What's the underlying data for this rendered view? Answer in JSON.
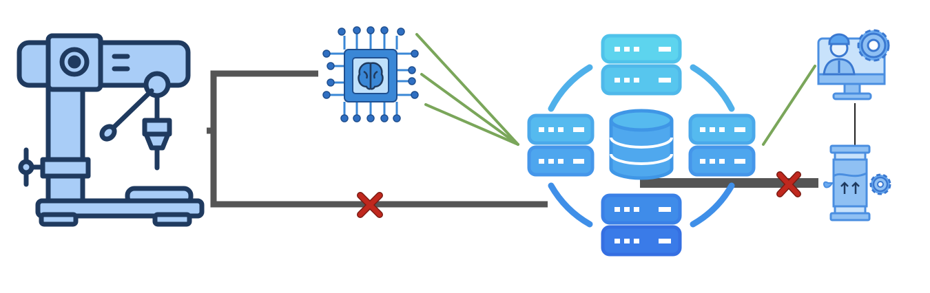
{
  "diagram": {
    "nodes": [
      {
        "id": "drill-press",
        "icon": "drill-press-icon"
      },
      {
        "id": "ai-chip",
        "icon": "ai-chip-brain-icon"
      },
      {
        "id": "server-cluster",
        "icon": "server-cluster-database-icon"
      },
      {
        "id": "engineer",
        "icon": "engineer-monitor-gear-icon"
      },
      {
        "id": "filter-unit",
        "icon": "filter-cylinder-gear-icon"
      }
    ],
    "connections": [
      {
        "from": "drill-press",
        "to": "ai-chip",
        "style": "thick-gray"
      },
      {
        "from": "drill-press",
        "to": "server-cluster",
        "style": "thick-gray",
        "blocked": true
      },
      {
        "from": "ai-chip",
        "to": "server-cluster",
        "style": "green-lines"
      },
      {
        "from": "server-cluster",
        "to": "engineer",
        "style": "green-line"
      },
      {
        "from": "server-cluster",
        "to": "filter-unit",
        "style": "thick-gray",
        "blocked": true
      },
      {
        "from": "engineer",
        "to": "filter-unit",
        "style": "thin-dark"
      }
    ],
    "colors": {
      "outline": "#1f3a5f",
      "fill_light": "#a9cdf7",
      "connector_gray": "#555555",
      "connector_green": "#7aa65a",
      "blocked_mark": "#c0281e",
      "chip_blue": "#3a87d6",
      "server_top": "#5dd4ee",
      "server_bottom": "#3a7be8"
    }
  }
}
